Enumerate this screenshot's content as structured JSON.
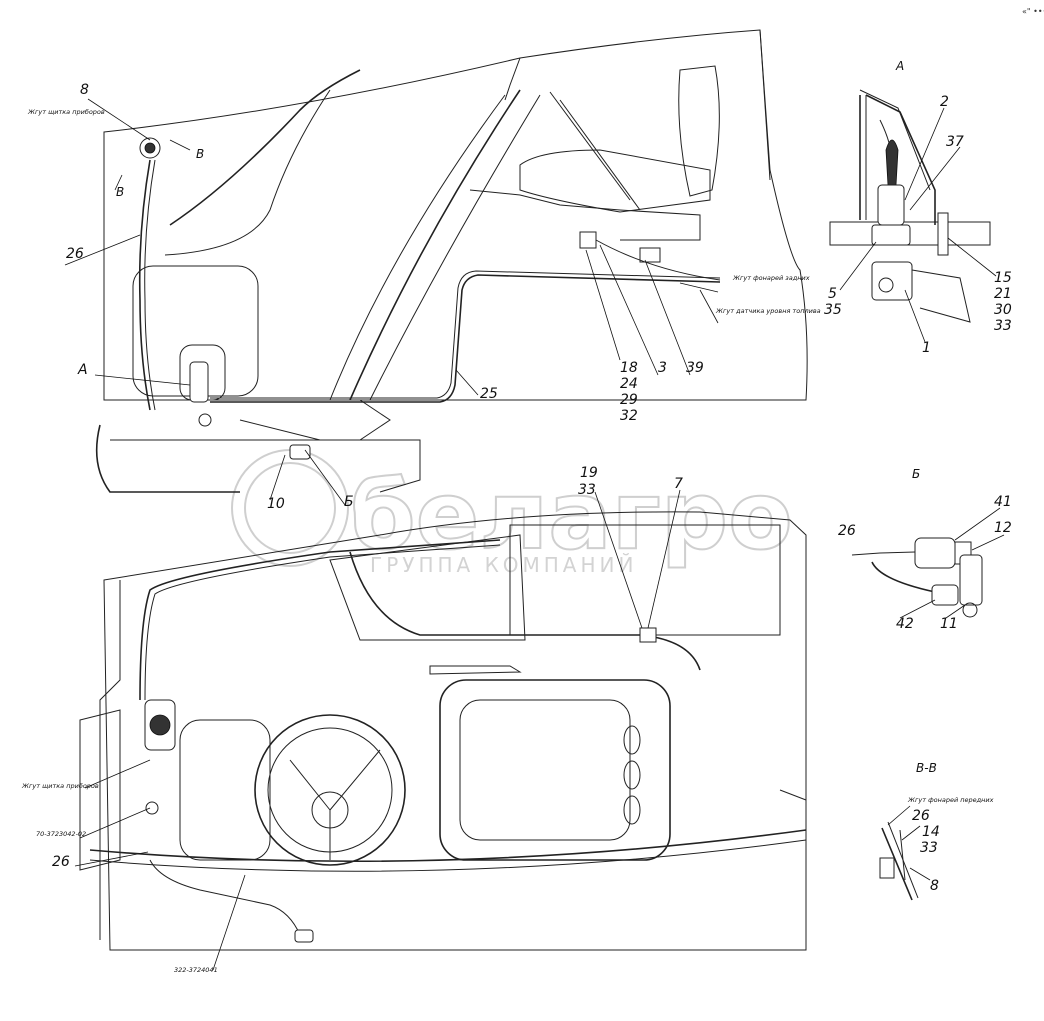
{
  "corner_mark": "«\" •••",
  "watermark": {
    "brand": "белагро",
    "subtitle": "ГРУППА КОМПАНИЙ"
  },
  "views": {
    "a": "А",
    "b": "Б",
    "vv": "В-В"
  },
  "section_marks": {
    "v1": "В",
    "v2": "В"
  },
  "callouts": {
    "top": {
      "c8": "8",
      "c26": "26",
      "cA": "А",
      "c10": "10",
      "cB": "Б",
      "c25": "25",
      "c18": "18",
      "c24": "24",
      "c29": "29",
      "c32": "32",
      "c3": "3",
      "c39": "39"
    },
    "bottom": {
      "c19": "19",
      "c33": "33",
      "c7": "7",
      "c26": "26"
    },
    "view_a": {
      "c2": "2",
      "c37": "37",
      "c5": "5",
      "c35": "35",
      "c1": "1",
      "c15": "15",
      "c21": "21",
      "c30": "30",
      "c33": "33"
    },
    "view_b": {
      "c26": "26",
      "c41": "41",
      "c12": "12",
      "c42": "42",
      "c11": "11"
    },
    "view_vv": {
      "c26": "26",
      "c14": "14",
      "c33": "33",
      "c8": "8"
    }
  },
  "notes": {
    "top_harness_dashboard": "Жгут щитка приборов",
    "harness_rear_lamps": "Жгут фонарей задних",
    "harness_fuel_sensor": "Жгут датчика уровня топлива",
    "bottom_harness_dashboard": "Жгут щитка приборов",
    "part_no_1": "70-3723042-02",
    "part_no_2": "322-3724041",
    "harness_front_lamps": "Жгут фонарей передних"
  }
}
